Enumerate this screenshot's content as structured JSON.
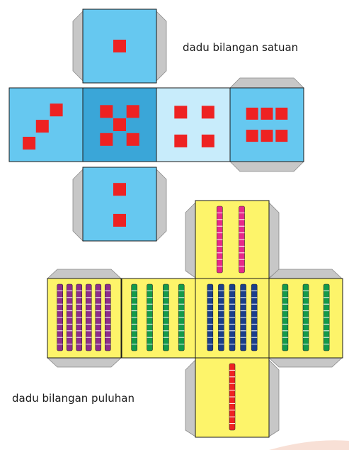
{
  "labels": {
    "ones_die": "dadu bilangan satuan",
    "tens_die": "dadu bilangan puluhan"
  },
  "ones_die": {
    "faces": [
      {
        "position": "top",
        "pips": 1
      },
      {
        "position": "left",
        "pips": 3
      },
      {
        "position": "center",
        "pips": 5
      },
      {
        "position": "right",
        "pips": 4
      },
      {
        "position": "far-right",
        "pips": 6
      },
      {
        "position": "bottom",
        "pips": 2
      }
    ]
  },
  "tens_die": {
    "faces": [
      {
        "position": "top",
        "rods": 2,
        "color": "pink"
      },
      {
        "position": "left",
        "rods": 6,
        "color": "purple"
      },
      {
        "position": "center-left",
        "rods": 4,
        "color": "green"
      },
      {
        "position": "center",
        "rods": 5,
        "color": "navy"
      },
      {
        "position": "right",
        "rods": 3,
        "color": "green"
      },
      {
        "position": "bottom",
        "rods": 1,
        "color": "red"
      }
    ]
  },
  "colors": {
    "ones_face": "#66c8f0",
    "ones_face_center": "#3aa6d8",
    "ones_face_light": "#c8ecfb",
    "pip": "#ee2222",
    "tens_face": "#fdf46a",
    "flap": "#c7c7c7",
    "pink": "#e62a8a",
    "purple": "#8e2d8c",
    "green": "#149a4a",
    "navy": "#1b3f8a",
    "red": "#ee2222"
  }
}
